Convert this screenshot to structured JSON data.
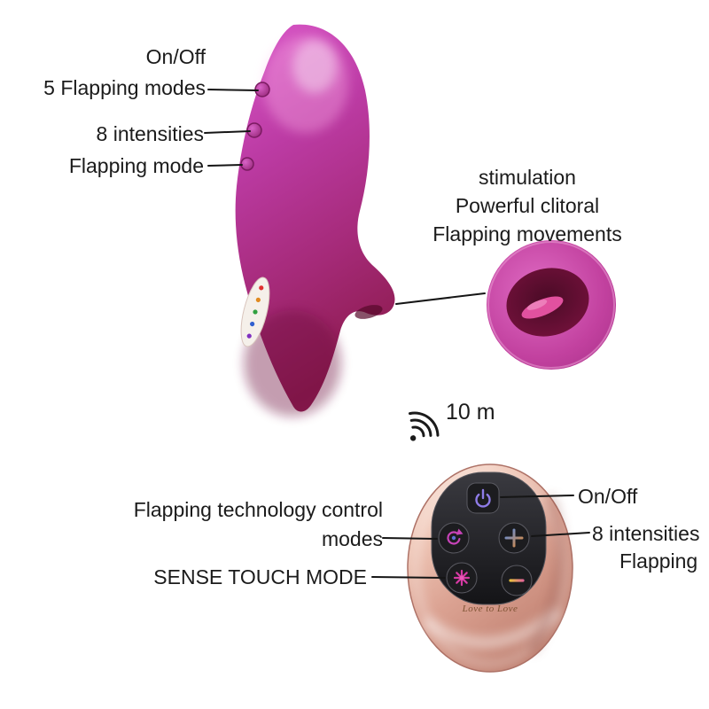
{
  "labels": {
    "device": {
      "on_off": "On/Off",
      "flapping_modes": "5 Flapping modes",
      "intensities": "8 intensities",
      "flapping_mode": "Flapping mode"
    },
    "tip": {
      "line1": "stimulation",
      "line2": "Powerful clitoral",
      "line3": "Flapping movements"
    },
    "range": "10 m",
    "remote": {
      "control_line1": "Flapping technology control",
      "control_line2": "modes",
      "sense_touch": "SENSE TOUCH MODE",
      "on_off": "On/Off",
      "intensities": "8 intensities",
      "flapping": "Flapping",
      "brand": "Love to Love"
    }
  },
  "icons": {
    "wifi": "wifi-signal-icon",
    "power": "power-icon",
    "mode": "rotate-mode-icon",
    "plus": "plus-icon",
    "star": "sense-touch-star-icon",
    "dash": "flap-dash-icon"
  },
  "colors": {
    "device_magenta": "#b5309a",
    "device_dark": "#8e1c50",
    "closeup_inner": "#6d1038",
    "remote_rosegold": "#dba292",
    "remote_panel": "#1c1c1f",
    "icon_power": "#8f7ce8",
    "icon_star": "#d63aa4",
    "callout_line": "#151515",
    "text": "#1b1b1b",
    "background": "#ffffff"
  }
}
